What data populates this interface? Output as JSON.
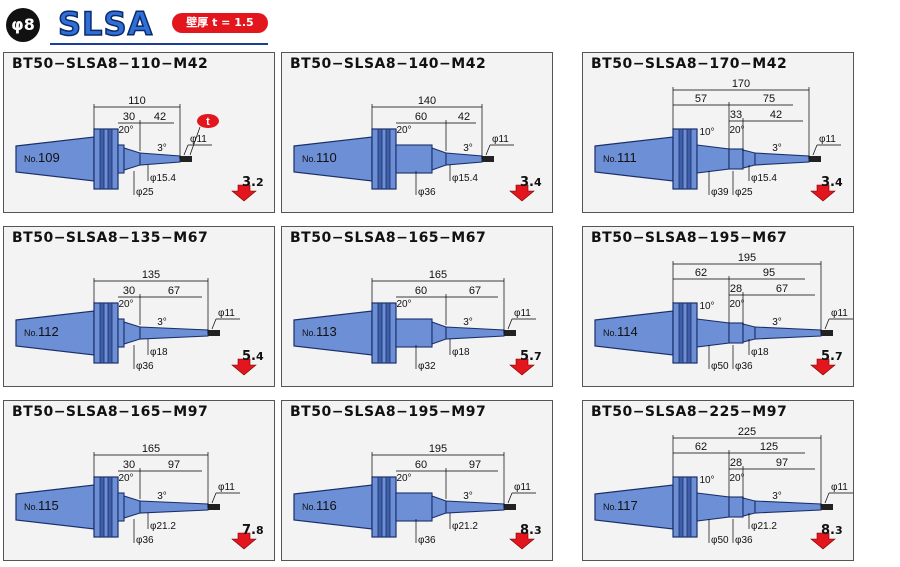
{
  "header": {
    "size_symbol": "φ8",
    "series_name": "SLSA",
    "thickness_label": "壁厚 t = 1.5"
  },
  "colors": {
    "body_fill": "#6d8fd6",
    "body_stroke": "#1a2f6a",
    "accent_red": "#e3161d",
    "title_blue": "#2f6fd6"
  },
  "callout": {
    "t_label": "t"
  },
  "panels": [
    {
      "title": "BT50−SLSA8−110−M42",
      "no_prefix": "No.",
      "no_value": "109",
      "weight_int": "3.",
      "weight_dec": "2",
      "dims": {
        "total": "110",
        "a": "30",
        "b": "42",
        "taper_ang": "20°",
        "slope": "3°",
        "tip_dia": "φ11",
        "d1": "φ15.4",
        "d2": "φ25"
      },
      "variant": "short"
    },
    {
      "title": "BT50−SLSA8−140−M42",
      "no_prefix": "No.",
      "no_value": "110",
      "weight_int": "3.",
      "weight_dec": "4",
      "dims": {
        "total": "140",
        "a": "60",
        "b": "42",
        "taper_ang": "20°",
        "slope": "3°",
        "tip_dia": "φ11",
        "d1": "φ15.4",
        "d2": "φ36"
      },
      "variant": "long"
    },
    {
      "title": "BT50−SLSA8−170−M42",
      "no_prefix": "No.",
      "no_value": "111",
      "weight_int": "3.",
      "weight_dec": "4",
      "dims": {
        "total": "170",
        "top_a": "57",
        "top_b": "75",
        "a": "33",
        "b": "42",
        "taper_ang": "20°",
        "taper_ang2": "10°",
        "slope": "3°",
        "tip_dia": "φ11",
        "d1": "φ15.4",
        "d2": "φ25",
        "d3": "φ39"
      },
      "variant": "step"
    },
    {
      "title": "BT50−SLSA8−135−M67",
      "no_prefix": "No.",
      "no_value": "112",
      "weight_int": "5.",
      "weight_dec": "4",
      "dims": {
        "total": "135",
        "a": "30",
        "b": "67",
        "taper_ang": "20°",
        "slope": "3°",
        "tip_dia": "φ11",
        "d1": "φ18",
        "d2": "φ36"
      },
      "variant": "short"
    },
    {
      "title": "BT50−SLSA8−165−M67",
      "no_prefix": "No.",
      "no_value": "113",
      "weight_int": "5.",
      "weight_dec": "7",
      "dims": {
        "total": "165",
        "a": "60",
        "b": "67",
        "taper_ang": "20°",
        "slope": "3°",
        "tip_dia": "φ11",
        "d1": "φ18",
        "d2": "φ32"
      },
      "variant": "long"
    },
    {
      "title": "BT50−SLSA8−195−M67",
      "no_prefix": "No.",
      "no_value": "114",
      "weight_int": "5.",
      "weight_dec": "7",
      "dims": {
        "total": "195",
        "top_a": "62",
        "top_b": "95",
        "a": "28",
        "b": "67",
        "taper_ang": "20°",
        "taper_ang2": "10°",
        "slope": "3°",
        "tip_dia": "φ11",
        "d1": "φ18",
        "d2": "φ36",
        "d3": "φ50"
      },
      "variant": "step"
    },
    {
      "title": "BT50−SLSA8−165−M97",
      "no_prefix": "No.",
      "no_value": "115",
      "weight_int": "7.",
      "weight_dec": "8",
      "dims": {
        "total": "165",
        "a": "30",
        "b": "97",
        "taper_ang": "20°",
        "slope": "3°",
        "tip_dia": "φ11",
        "d1": "φ21.2",
        "d2": "φ36"
      },
      "variant": "short"
    },
    {
      "title": "BT50−SLSA8−195−M97",
      "no_prefix": "No.",
      "no_value": "116",
      "weight_int": "8.",
      "weight_dec": "3",
      "dims": {
        "total": "195",
        "a": "60",
        "b": "97",
        "taper_ang": "20°",
        "slope": "3°",
        "tip_dia": "φ11",
        "d1": "φ21.2",
        "d2": "φ36"
      },
      "variant": "long"
    },
    {
      "title": "BT50−SLSA8−225−M97",
      "no_prefix": "No.",
      "no_value": "117",
      "weight_int": "8.",
      "weight_dec": "3",
      "dims": {
        "total": "225",
        "top_a": "62",
        "top_b": "125",
        "a": "28",
        "b": "97",
        "taper_ang": "20°",
        "taper_ang2": "10°",
        "slope": "3°",
        "tip_dia": "φ11",
        "d1": "φ21.2",
        "d2": "φ36",
        "d3": "φ50"
      },
      "variant": "step"
    }
  ]
}
